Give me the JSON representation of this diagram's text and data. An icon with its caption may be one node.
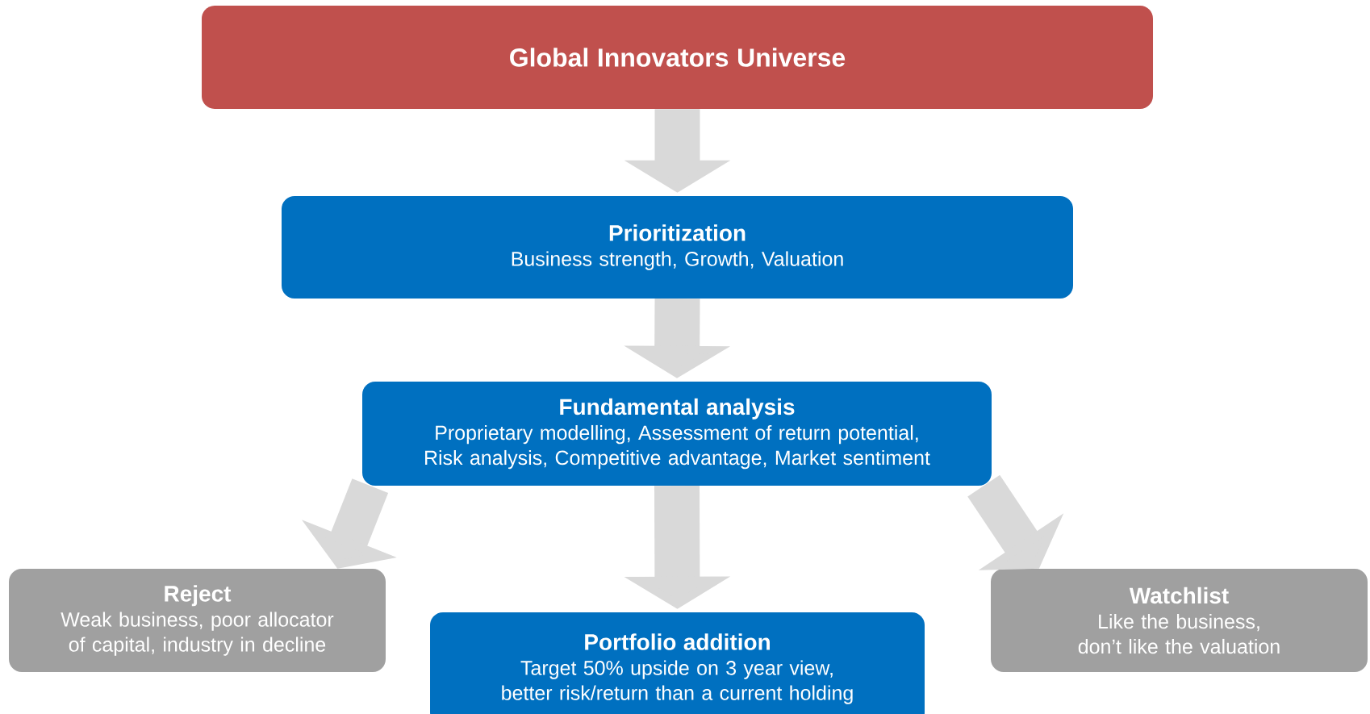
{
  "diagram": {
    "nodes": [
      {
        "text": [
          "Global Innovators Universe"
        ]
      },
      {
        "text": [
          "Prioritization",
          "Business strength, Growth, Valuation"
        ]
      },
      {
        "text": [
          "Fundamental analysis",
          "Proprietary modelling, Assessment of return potential, Risk analysis, Competitive advantage, Market sentiment"
        ]
      },
      {
        "text": [
          "Reject",
          "Weak business, poor allocator of capital, industry in decline"
        ]
      },
      {
        "text": [
          "Portfolio addition",
          "Target 50% upside on 3 year view, better risk/return than a current holding"
        ]
      },
      {
        "text": [
          "Watchlist",
          "Like the business, don’t like the valuation"
        ]
      }
    ],
    "edges": [
      {
        "from": 0,
        "to": 1,
        "arrow": "to"
      },
      {
        "from": 1,
        "to": 2,
        "arrow": "to"
      },
      {
        "from": 2,
        "to": 3,
        "arrow": "to"
      },
      {
        "from": 2,
        "to": 4,
        "arrow": "to"
      },
      {
        "from": 2,
        "to": 5,
        "arrow": "to"
      }
    ]
  }
}
